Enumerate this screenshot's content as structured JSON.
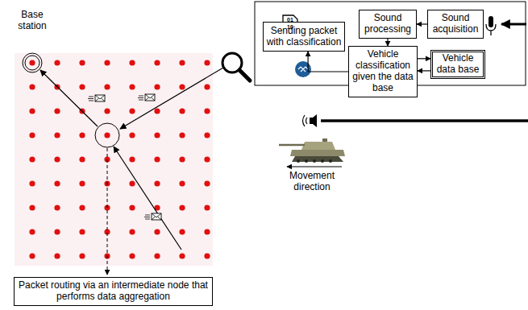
{
  "diagram": {
    "nodes": [
      {
        "text": [
          "Base station"
        ]
      },
      {
        "text": [
          "Sound processing"
        ]
      },
      {
        "text": [
          "Sound acquisition"
        ]
      },
      {
        "text": [
          "Sending packet with classification"
        ]
      },
      {
        "text": [
          "Vehicle classification given the data base"
        ]
      },
      {
        "text": [
          "Vehicle data base"
        ]
      },
      {
        "text": [
          "Packet routing via an intermediate node that performs data aggregation"
        ]
      }
    ],
    "edges": [
      {
        "from": 2,
        "to": 1,
        "arrow": "to"
      },
      {
        "from": 1,
        "to": 4,
        "arrow": "to"
      },
      {
        "from": 4,
        "to": 5,
        "arrow": "to"
      },
      {
        "from": 5,
        "to": 4,
        "arrow": "to"
      },
      {
        "from": 4,
        "to": 3,
        "arrow": "to"
      }
    ],
    "labels": [
      "Movement direction",
      "01",
      "10"
    ]
  }
}
